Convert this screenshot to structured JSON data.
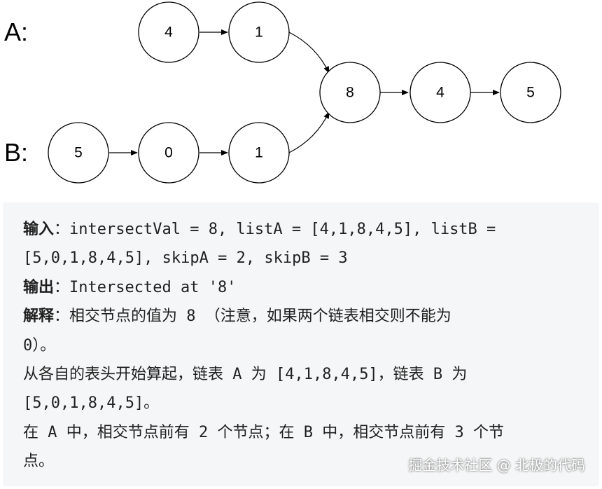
{
  "diagram": {
    "list_a_label": "A:",
    "list_b_label": "B:",
    "list_a_nodes": [
      "4",
      "1"
    ],
    "list_b_nodes": [
      "5",
      "0",
      "1"
    ],
    "shared_nodes": [
      "8",
      "4",
      "5"
    ]
  },
  "example": {
    "input_label": "输入",
    "input_text_1": "：intersectVal = 8, listA = [4,1,8,4,5], listB =",
    "input_text_2": "[5,0,1,8,4,5], skipA = 2, skipB = 3",
    "output_label": "输出",
    "output_text": "：Intersected at '8'",
    "explain_label": "解释",
    "explain_text_1": "：相交节点的值为 8 （注意，如果两个链表相交则不能为",
    "explain_text_2": "0）。",
    "explain_text_3": "从各自的表头开始算起，链表 A 为 [4,1,8,4,5]，链表 B 为",
    "explain_text_4": "[5,0,1,8,4,5]。",
    "explain_text_5": "在 A 中，相交节点前有 2 个节点；在 B 中，相交节点前有 3 个节",
    "explain_text_6": "点。"
  },
  "watermark": "掘金技术社区 @ 北极的代码"
}
